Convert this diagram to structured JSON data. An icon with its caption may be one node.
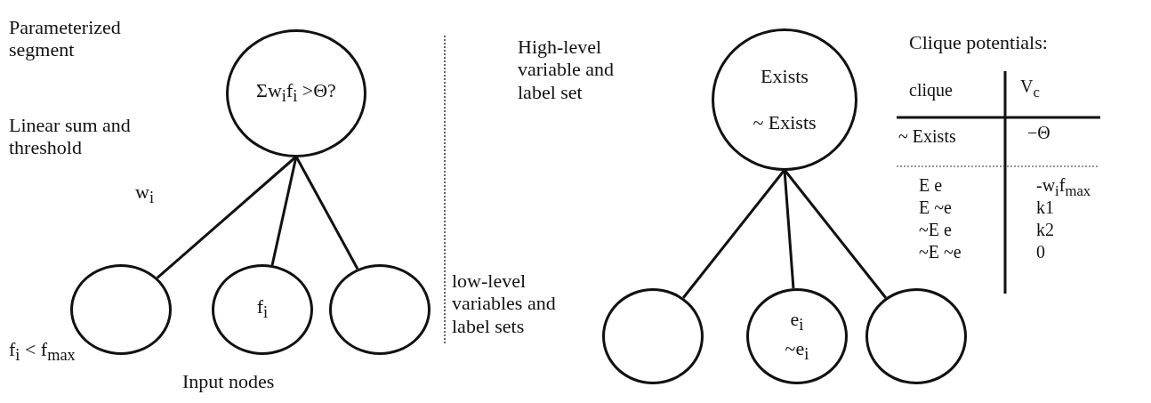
{
  "diagram": {
    "nodes": [
      {
        "text": [
          "Σw$_{i}$f$_{i}$ >Θ?"
        ]
      },
      {
        "text": [],
        "shape": "circle"
      },
      {
        "text": [
          "f$_{i}$"
        ]
      },
      {
        "text": [],
        "shape": "circle"
      },
      {
        "text": [
          "Exists",
          "~ Exists"
        ]
      },
      {
        "text": [],
        "shape": "circle"
      },
      {
        "text": [
          "e$_{i}$",
          "~e$_{i}$"
        ]
      },
      {
        "text": [],
        "shape": "circle"
      }
    ],
    "edges": [
      {
        "from": 0,
        "to": 1,
        "arrow": "none",
        "label": "w$_{i}$"
      },
      {
        "from": 0,
        "to": 2,
        "arrow": "none"
      },
      {
        "from": 0,
        "to": 3,
        "arrow": "none"
      },
      {
        "from": 4,
        "to": 5,
        "arrow": "none"
      },
      {
        "from": 4,
        "to": 6,
        "arrow": "none"
      },
      {
        "from": 4,
        "to": 7,
        "arrow": "none"
      }
    ],
    "labels": [
      "Parameterized segment",
      "Linear sum and threshold",
      "f$_{i}$ < f$_{max}$",
      "Input nodes",
      "low-level variables and label sets",
      "High-level variable and label set",
      "Clique potentials:",
      "clique",
      "V$_{c}$",
      "~ Exists",
      "−Θ",
      "E e",
      "-w$_{i}$f$_{max}$",
      "E ~e",
      "k1",
      "~E e",
      "k2",
      "~E ~e",
      "0"
    ]
  }
}
